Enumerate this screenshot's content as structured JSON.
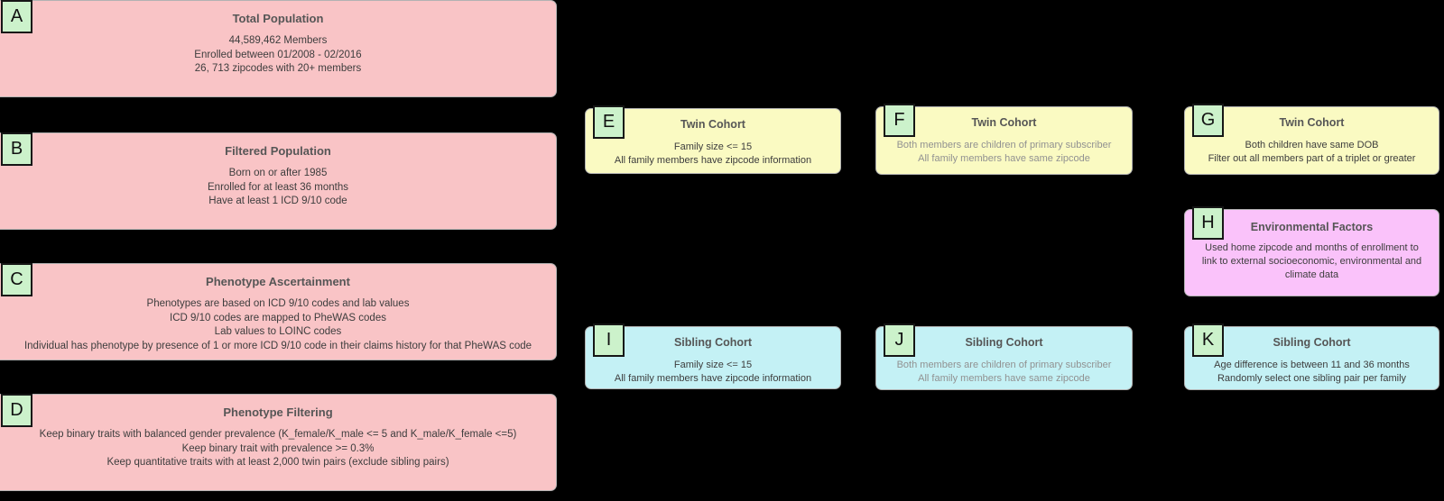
{
  "canvas": {
    "background": "#000000"
  },
  "colors": {
    "population_fill": "#f9c4c6",
    "twin_fill": "#fafac2",
    "sibling_fill": "#c4f1f5",
    "environment_fill": "#fac2fa",
    "badge_fill": "#ccf2cb",
    "title_text": "#565656",
    "body_text": "#3d3d3d",
    "muted_body_text": "#919191"
  },
  "boxes": {
    "A": {
      "label": "A",
      "title": "Total Population",
      "lines": [
        "44,589,462 Members",
        "Enrolled between 01/2008 - 02/2016",
        "26, 713 zipcodes with 20+ members"
      ]
    },
    "B": {
      "label": "B",
      "title": "Filtered Population",
      "lines": [
        "Born on or after 1985",
        "Enrolled for at least 36 months",
        "Have at least 1 ICD 9/10 code"
      ]
    },
    "C": {
      "label": "C",
      "title": "Phenotype Ascertainment",
      "lines": [
        "Phenotypes are based on ICD 9/10 codes and lab values",
        "ICD 9/10 codes are mapped to PheWAS codes",
        "Lab values to LOINC codes",
        "Individual has phenotype by presence of 1 or more ICD 9/10 code in their claims history for that PheWAS code"
      ]
    },
    "D": {
      "label": "D",
      "title": "Phenotype Filtering",
      "lines": [
        "Keep binary traits with balanced gender prevalence (K_female/K_male <= 5 and K_male/K_female <=5)",
        "Keep binary trait with prevalence >= 0.3%",
        "Keep quantitative traits with at least 2,000 twin pairs (exclude sibling pairs)"
      ]
    },
    "E": {
      "label": "E",
      "title": "Twin Cohort",
      "lines": [
        "Family size <= 15",
        "All family members have zipcode information"
      ]
    },
    "F": {
      "label": "F",
      "title": "Twin Cohort",
      "lines": [
        "Both members are children of primary subscriber",
        "All family members have same zipcode"
      ]
    },
    "G": {
      "label": "G",
      "title": "Twin Cohort",
      "lines": [
        "Both children have same DOB",
        "Filter out all members part of a triplet or greater"
      ]
    },
    "H": {
      "label": "H",
      "title": "Environmental Factors",
      "lines": [
        "Used home zipcode and months of enrollment to",
        "link to external socioeconomic, environmental and",
        "climate data"
      ]
    },
    "I": {
      "label": "I",
      "title": "Sibling Cohort",
      "lines": [
        "Family size <= 15",
        "All family members have zipcode information"
      ]
    },
    "J": {
      "label": "J",
      "title": "Sibling Cohort",
      "lines": [
        "Both members are children of primary subscriber",
        "All family members have same zipcode"
      ]
    },
    "K": {
      "label": "K",
      "title": "Sibling Cohort",
      "lines": [
        "Age difference is between 11 and 36 months",
        "Randomly select one sibling pair per family"
      ]
    }
  }
}
